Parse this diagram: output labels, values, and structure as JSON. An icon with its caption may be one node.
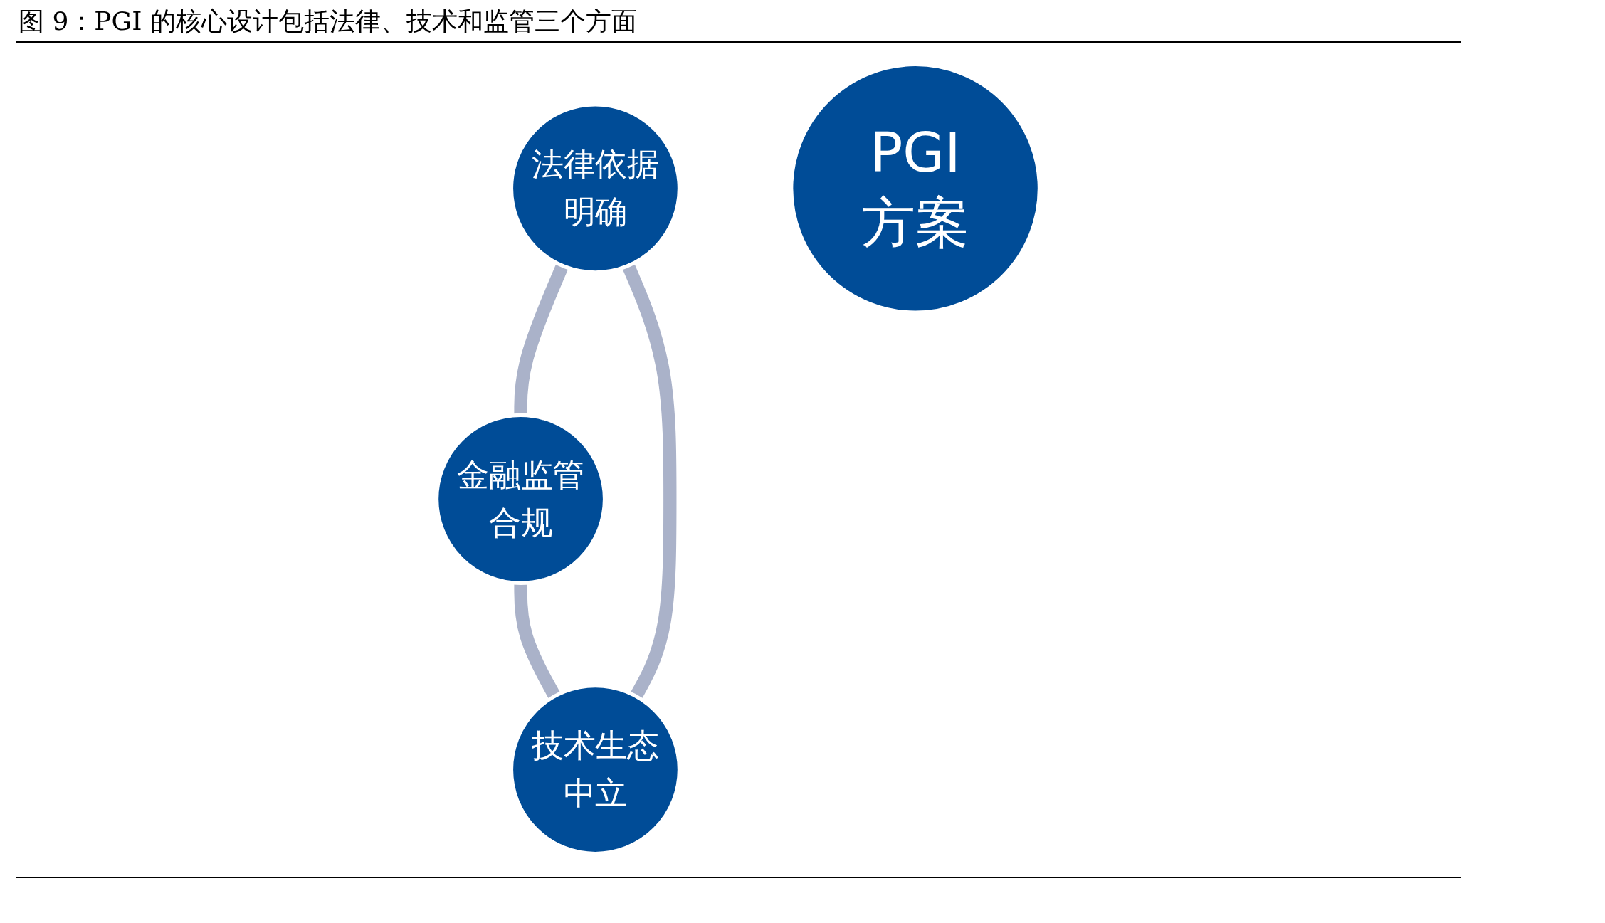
{
  "diagram": {
    "title": "图 9：PGI 的核心设计包括法律、技术和监管三个方面",
    "nodes": [
      {
        "text": [
          "法律依据明确"
        ]
      },
      {
        "text": [
          "PGI",
          "方案"
        ]
      },
      {
        "text": [
          "技术生态中立"
        ]
      },
      {
        "text": [
          "金融监管合规"
        ]
      }
    ],
    "edges": [
      {
        "from": 0,
        "to": 3,
        "arrow": "none"
      },
      {
        "from": 3,
        "to": 2,
        "arrow": "none"
      },
      {
        "from": 2,
        "to": 0,
        "arrow": "none"
      }
    ]
  }
}
